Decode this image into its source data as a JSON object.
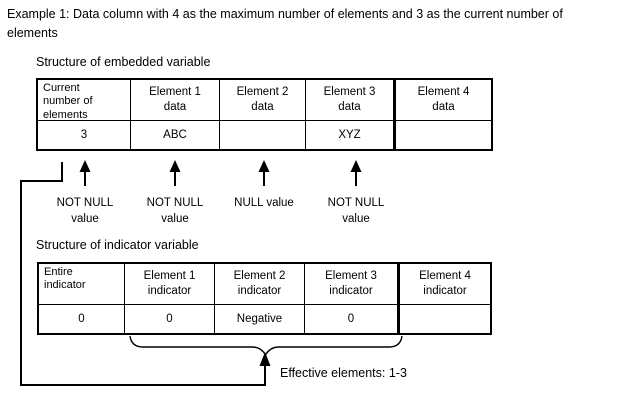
{
  "title": "Example 1:  Data column with 4 as the maximum number of elements and 3 as the current number of\nelements",
  "embedded_table": {
    "caption": "Structure of embedded variable",
    "headers": [
      "Current\nnumber of\nelements",
      "Element 1\ndata",
      "Element 2\ndata",
      "Element 3\ndata",
      "Element 4\ndata"
    ],
    "values": [
      "3",
      "ABC",
      "",
      "XYZ",
      ""
    ]
  },
  "value_annotations": [
    "NOT NULL\nvalue",
    "NOT NULL\nvalue",
    "NULL value",
    "NOT NULL\nvalue"
  ],
  "indicator_table": {
    "caption": "Structure of indicator variable",
    "headers": [
      "Entire\nindicator",
      "Element 1\nindicator",
      "Element 2\nindicator",
      "Element 3\nindicator",
      "Element 4\nindicator"
    ],
    "values": [
      "0",
      "0",
      "Negative",
      "0",
      ""
    ]
  },
  "effective_elements_label": "Effective elements: 1-3",
  "colors": {
    "foreground": "#000000",
    "background": "#ffffff"
  }
}
